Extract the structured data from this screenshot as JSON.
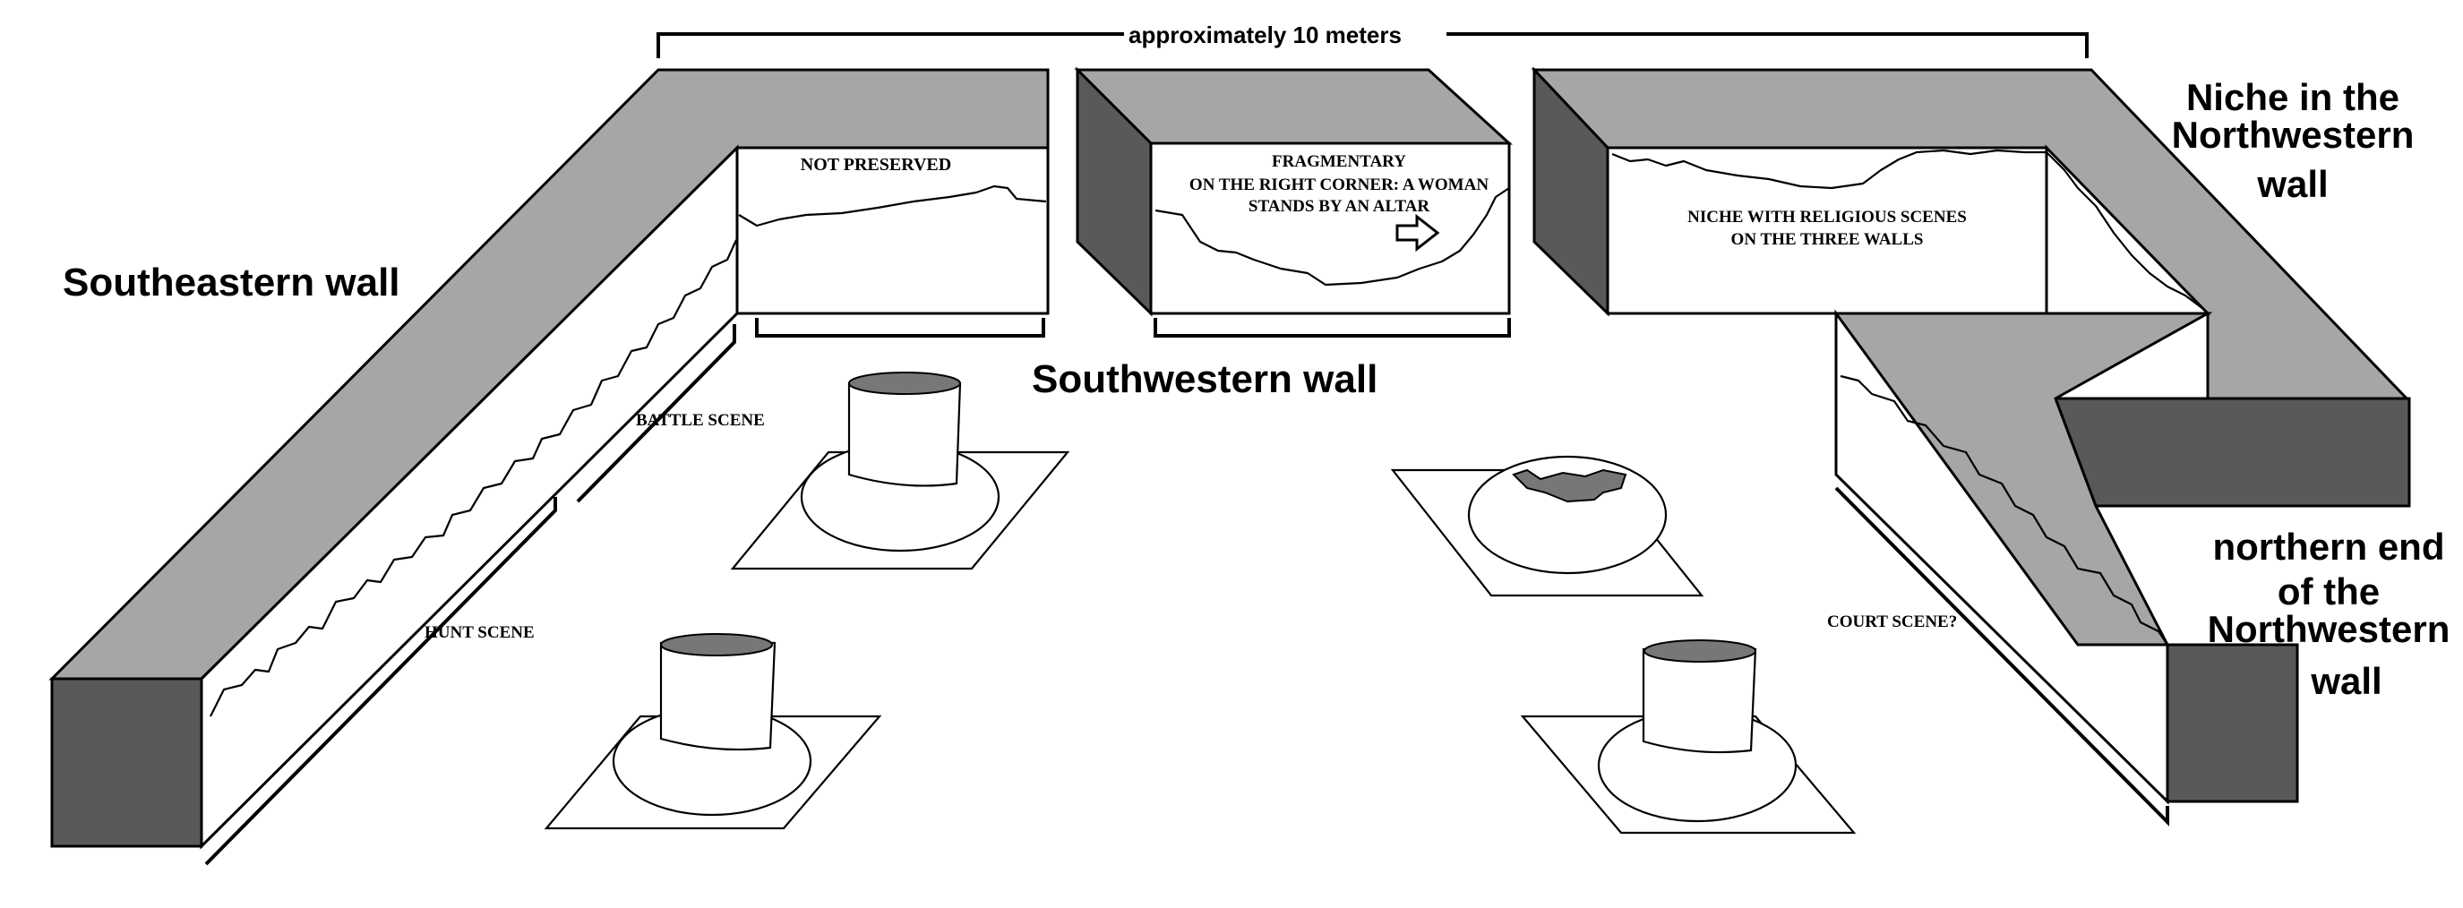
{
  "scale": {
    "label": "approximately  10  meters"
  },
  "walls": {
    "southeastern": {
      "label": "Southeastern wall"
    },
    "southwestern": {
      "label": "Southwestern  wall"
    },
    "niche": {
      "line1": "Niche in the",
      "line2": "Northwestern",
      "line3": "wall"
    },
    "northern_end": {
      "line1": "northern end",
      "line2": "of the",
      "line3": "Northwestern",
      "line4": "wall"
    }
  },
  "annotations": {
    "not_preserved": "NOT  PRESERVED",
    "fragmentary": {
      "line1": "FRAGMENTARY",
      "line2": "ON THE RIGHT CORNER: A WOMAN",
      "line3": "STANDS BY AN ALTAR"
    },
    "niche_scenes": {
      "line1": "NICHE  WITH  RELIGIOUS  SCENES",
      "line2": "ON  THE THREE WALLS"
    },
    "battle_scene": "BATTLE SCENE",
    "hunt_scene": "HUNT  SCENE",
    "court_scene": "COURT SCENE?"
  },
  "colors": {
    "wall_top": "#a6a6a6",
    "wall_end": "#595959",
    "line": "#000000"
  }
}
